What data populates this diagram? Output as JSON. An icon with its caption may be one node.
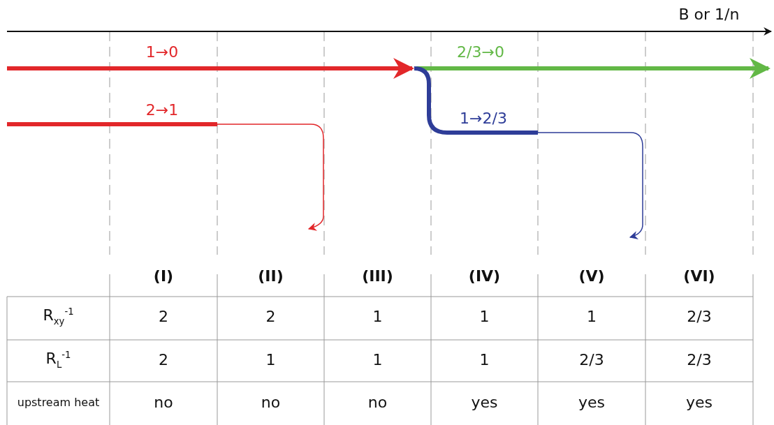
{
  "diagram": {
    "labels": [
      "B or 1/n",
      "1→0",
      "2/3→0",
      "2→1",
      "1→2/3",
      "(I)",
      "(II)",
      "(III)",
      "(IV)",
      "(V)",
      "(VI)",
      "R$_{xy}$$^{-1}$",
      "2",
      "2",
      "1",
      "1",
      "1",
      "2/3",
      "R$_{L}$$^{-1}$",
      "2",
      "1",
      "1",
      "1",
      "2/3",
      "2/3",
      "upstream heat",
      "no",
      "no",
      "no",
      "yes",
      "yes",
      "yes"
    ]
  }
}
